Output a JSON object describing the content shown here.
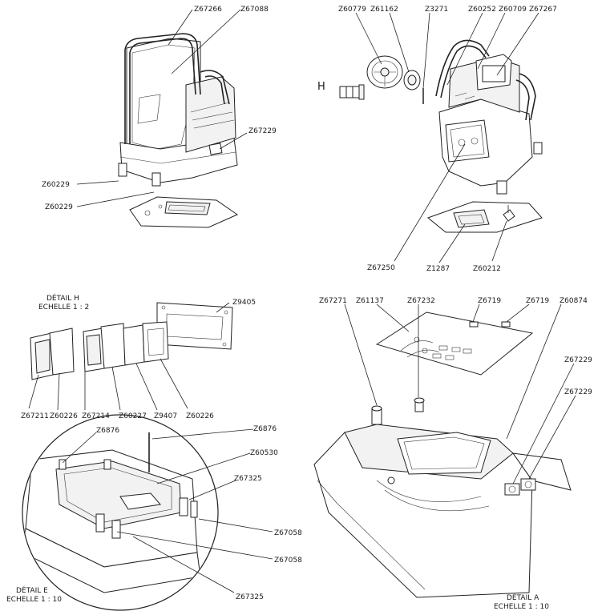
{
  "view_top_left": {
    "labels": {
      "z67266": "Z67266",
      "z67088": "Z67088",
      "z67229": "Z67229",
      "z60229_a": "Z60229",
      "z60229_b": "Z60229"
    }
  },
  "view_top_right": {
    "labels": {
      "z60779": "Z60779",
      "z61162": "Z61162",
      "z3271": "Z3271",
      "z60252": "Z60252",
      "z60709": "Z60709",
      "z67267": "Z67267",
      "z67250": "Z67250",
      "z1287": "Z1287",
      "z60212": "Z60212"
    },
    "detail_marker": "H"
  },
  "detail_h": {
    "title_line1": "DÉTAIL H",
    "title_line2": "ECHELLE 1 : 2",
    "labels": {
      "z9405": "Z9405",
      "z67211": "Z67211",
      "z60226_a": "Z60226",
      "z67214": "Z67214",
      "z60227": "Z60227",
      "z9407": "Z9407",
      "z60226_b": "Z60226"
    }
  },
  "detail_e": {
    "title_line1": "DÉTAIL E",
    "title_line2": "ECHELLE 1 : 10",
    "labels": {
      "z6876_a": "Z6876",
      "z6876_b": "Z6876",
      "z60530": "Z60530",
      "z67325_a": "Z67325",
      "z67058_a": "Z67058",
      "z67058_b": "Z67058",
      "z67325_b": "Z67325"
    }
  },
  "detail_a": {
    "title_line1": "DÉTAIL A",
    "title_line2": "ECHELLE 1 : 10",
    "labels": {
      "z67271": "Z67271",
      "z61137": "Z61137",
      "z67232": "Z67232",
      "z6719_a": "Z6719",
      "z6719_b": "Z6719",
      "z60874": "Z60874",
      "z67229_a": "Z67229",
      "z67229_b": "Z67229"
    }
  }
}
